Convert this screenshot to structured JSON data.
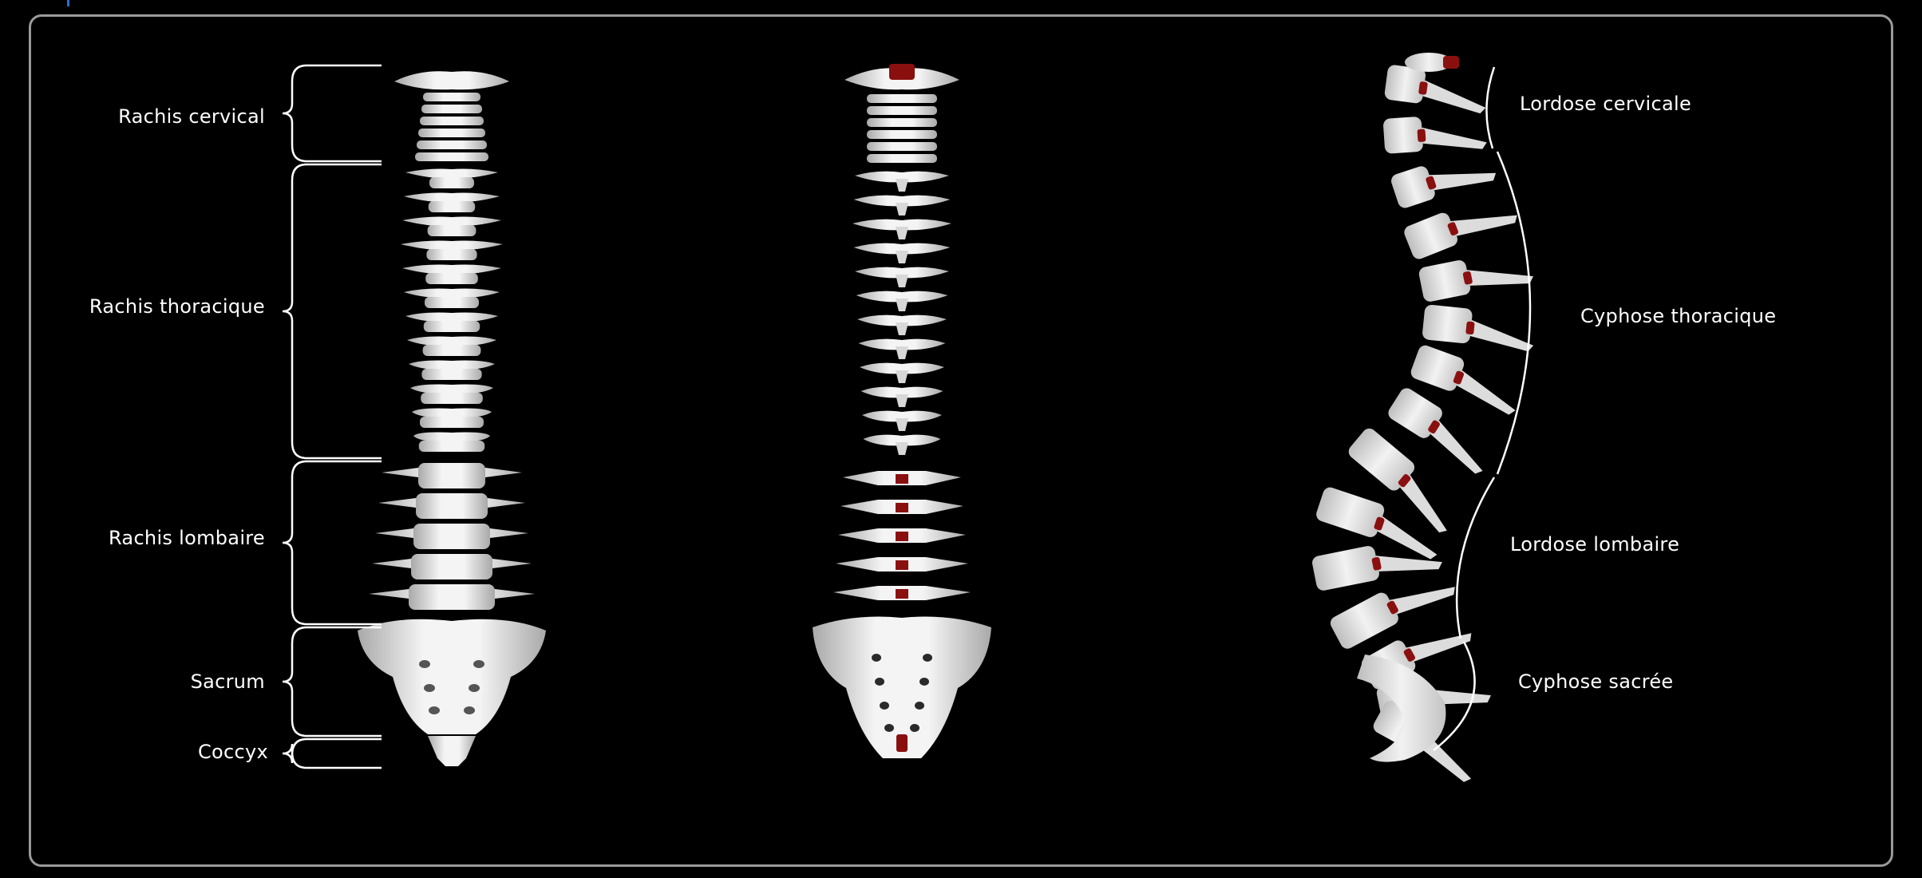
{
  "colors": {
    "background": "#000000",
    "frame": "#9a9a9a",
    "bone": "#e8e8e8",
    "bone_shadow": "#bdbdbd",
    "bone_highlight": "#f7f7f7",
    "accent_red": "#8a1010",
    "bracket": "#ffffff",
    "top_marker": "#2b6fd6"
  },
  "left_labels": {
    "cervical": "Rachis cervical",
    "thoracic": "Rachis thoracique",
    "lumbar": "Rachis lombaire",
    "sacrum": "Sacrum",
    "coccyx": "Coccyx"
  },
  "right_labels": {
    "cervical_lordosis": "Lordose  cervicale",
    "thoracic_kyphosis": "Cyphose  thoracique",
    "lumbar_lordosis": "Lordose  lombaire",
    "sacral_kyphosis": "Cyphose  sacrée"
  },
  "views": {
    "anterior": "anterior-view",
    "posterior": "posterior-view",
    "lateral": "lateral-view"
  }
}
